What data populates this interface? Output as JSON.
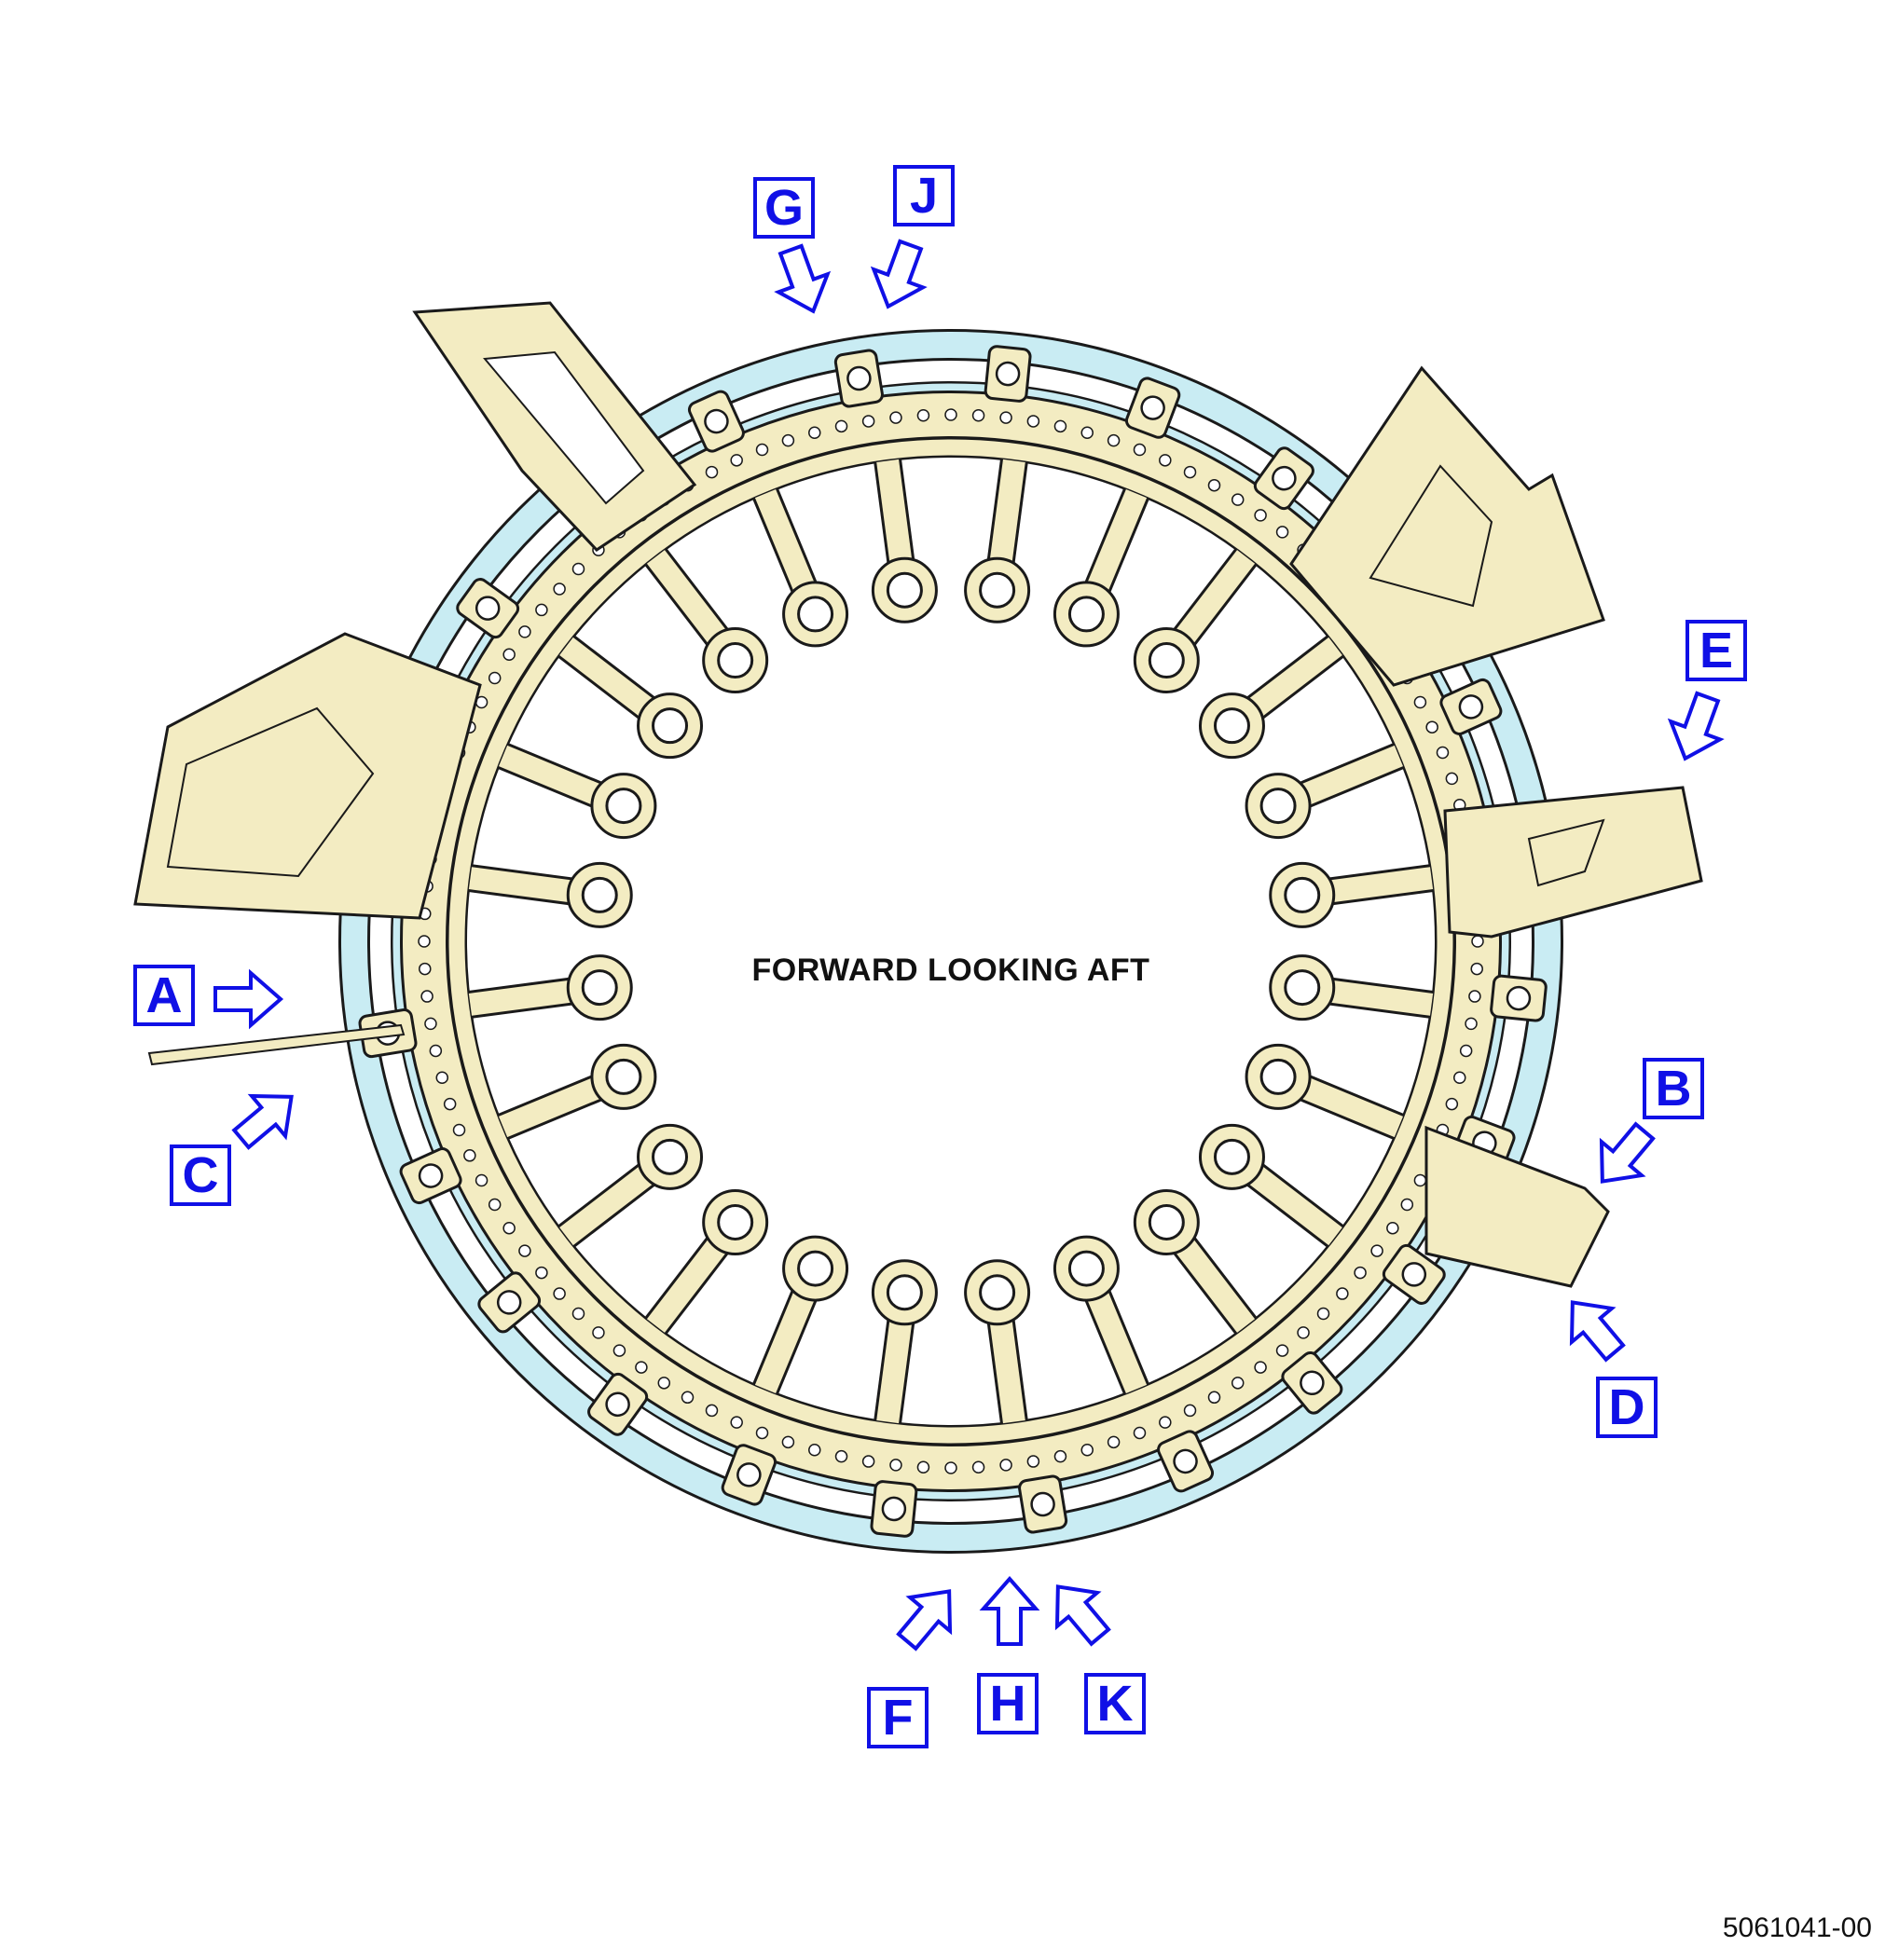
{
  "view_title": "FORWARD LOOKING AFT",
  "drawing_id": "5061041-00",
  "callouts": [
    "A",
    "B",
    "C",
    "D",
    "E",
    "F",
    "G",
    "H",
    "J",
    "K"
  ],
  "colors": {
    "callout_blue": "#1010e6",
    "part_fill": "#f3ecc2",
    "tube_fill": "#c9ecf3",
    "line": "#1a1a1a"
  }
}
